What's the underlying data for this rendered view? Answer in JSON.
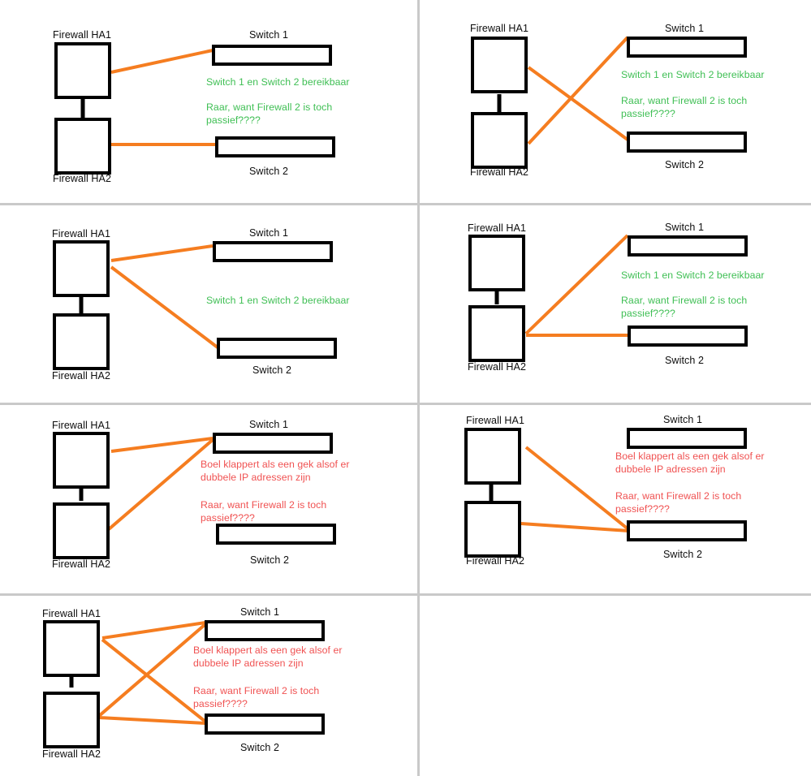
{
  "meta": {
    "title": "Firewall HA to switch cabling scenarios",
    "colors": {
      "link": "#f57d20",
      "ha_sync": "#000000",
      "node_border": "#000000",
      "ok_text": "#3fbf54",
      "problem_text": "#f05252",
      "divider": "#c9c9c9",
      "background": "#ffffff"
    }
  },
  "labels": {
    "firewall1": "Firewall HA1",
    "firewall2": "Firewall HA2",
    "switch1": "Switch 1",
    "switch2": "Switch 2"
  },
  "captions": {
    "reachable": "Switch 1 en Switch 2 bereikbaar",
    "passive_question": "Raar, want Firewall 2 is toch passief????",
    "duplicate_ip": "Boel klappert als een gek alsof er dubbele IP adressen zijn"
  },
  "panels": [
    {
      "id": "panel-1",
      "label_f1": "Firewall HA1",
      "label_f2": "Firewall HA2",
      "label_s1": "Switch 1",
      "label_s2": "Switch 2",
      "links": [
        "FW1-SW1",
        "FW2-SW2"
      ],
      "notes": [
        {
          "text": "Switch 1 en Switch 2 bereikbaar",
          "tone": "green"
        },
        {
          "text": "Raar, want Firewall 2 is toch passief????",
          "tone": "green"
        }
      ]
    },
    {
      "id": "panel-2",
      "label_f1": "Firewall HA1",
      "label_f2": "Firewall HA2",
      "label_s1": "Switch 1",
      "label_s2": "Switch 2",
      "links": [
        "FW1-SW2",
        "FW2-SW1"
      ],
      "notes": [
        {
          "text": "Switch 1 en Switch 2 bereikbaar",
          "tone": "green"
        },
        {
          "text": "Raar, want Firewall 2 is toch passief????",
          "tone": "green"
        }
      ]
    },
    {
      "id": "panel-3",
      "label_f1": "Firewall HA1",
      "label_f2": "Firewall HA2",
      "label_s1": "Switch 1",
      "label_s2": "Switch 2",
      "links": [
        "FW1-SW1",
        "FW1-SW2"
      ],
      "notes": [
        {
          "text": "Switch 1 en Switch 2 bereikbaar",
          "tone": "green"
        }
      ]
    },
    {
      "id": "panel-4",
      "label_f1": "Firewall HA1",
      "label_f2": "Firewall HA2",
      "label_s1": "Switch 1",
      "label_s2": "Switch 2",
      "links": [
        "FW2-SW1",
        "FW2-SW2"
      ],
      "notes": [
        {
          "text": "Switch 1 en Switch 2 bereikbaar",
          "tone": "green"
        },
        {
          "text": "Raar, want Firewall 2 is toch passief????",
          "tone": "green"
        }
      ]
    },
    {
      "id": "panel-5",
      "label_f1": "Firewall HA1",
      "label_f2": "Firewall HA2",
      "label_s1": "Switch 1",
      "label_s2": "Switch 2",
      "links": [
        "FW1-SW1",
        "FW2-SW1"
      ],
      "notes": [
        {
          "text": "Boel klappert als een gek alsof er dubbele IP adressen zijn",
          "tone": "red"
        },
        {
          "text": "Raar, want Firewall 2 is toch passief????",
          "tone": "red"
        }
      ]
    },
    {
      "id": "panel-6",
      "label_f1": "Firewall HA1",
      "label_f2": "Firewall HA2",
      "label_s1": "Switch 1",
      "label_s2": "Switch 2",
      "links": [
        "FW1-SW2",
        "FW2-SW2"
      ],
      "notes": [
        {
          "text": "Boel klappert als een gek alsof er dubbele IP adressen zijn",
          "tone": "red"
        },
        {
          "text": "Raar, want Firewall 2 is toch passief????",
          "tone": "red"
        }
      ]
    },
    {
      "id": "panel-7",
      "label_f1": "Firewall HA1",
      "label_f2": "Firewall HA2",
      "label_s1": "Switch 1",
      "label_s2": "Switch 2",
      "links": [
        "FW1-SW1",
        "FW1-SW2",
        "FW2-SW1",
        "FW2-SW2"
      ],
      "notes": [
        {
          "text": "Boel klappert als een gek alsof er dubbele IP adressen zijn",
          "tone": "red"
        },
        {
          "text": "Raar, want Firewall 2 is toch passief????",
          "tone": "red"
        }
      ]
    },
    {
      "id": "panel-8",
      "label_f1": "",
      "label_f2": "",
      "label_s1": "",
      "label_s2": "",
      "links": [],
      "notes": []
    }
  ]
}
